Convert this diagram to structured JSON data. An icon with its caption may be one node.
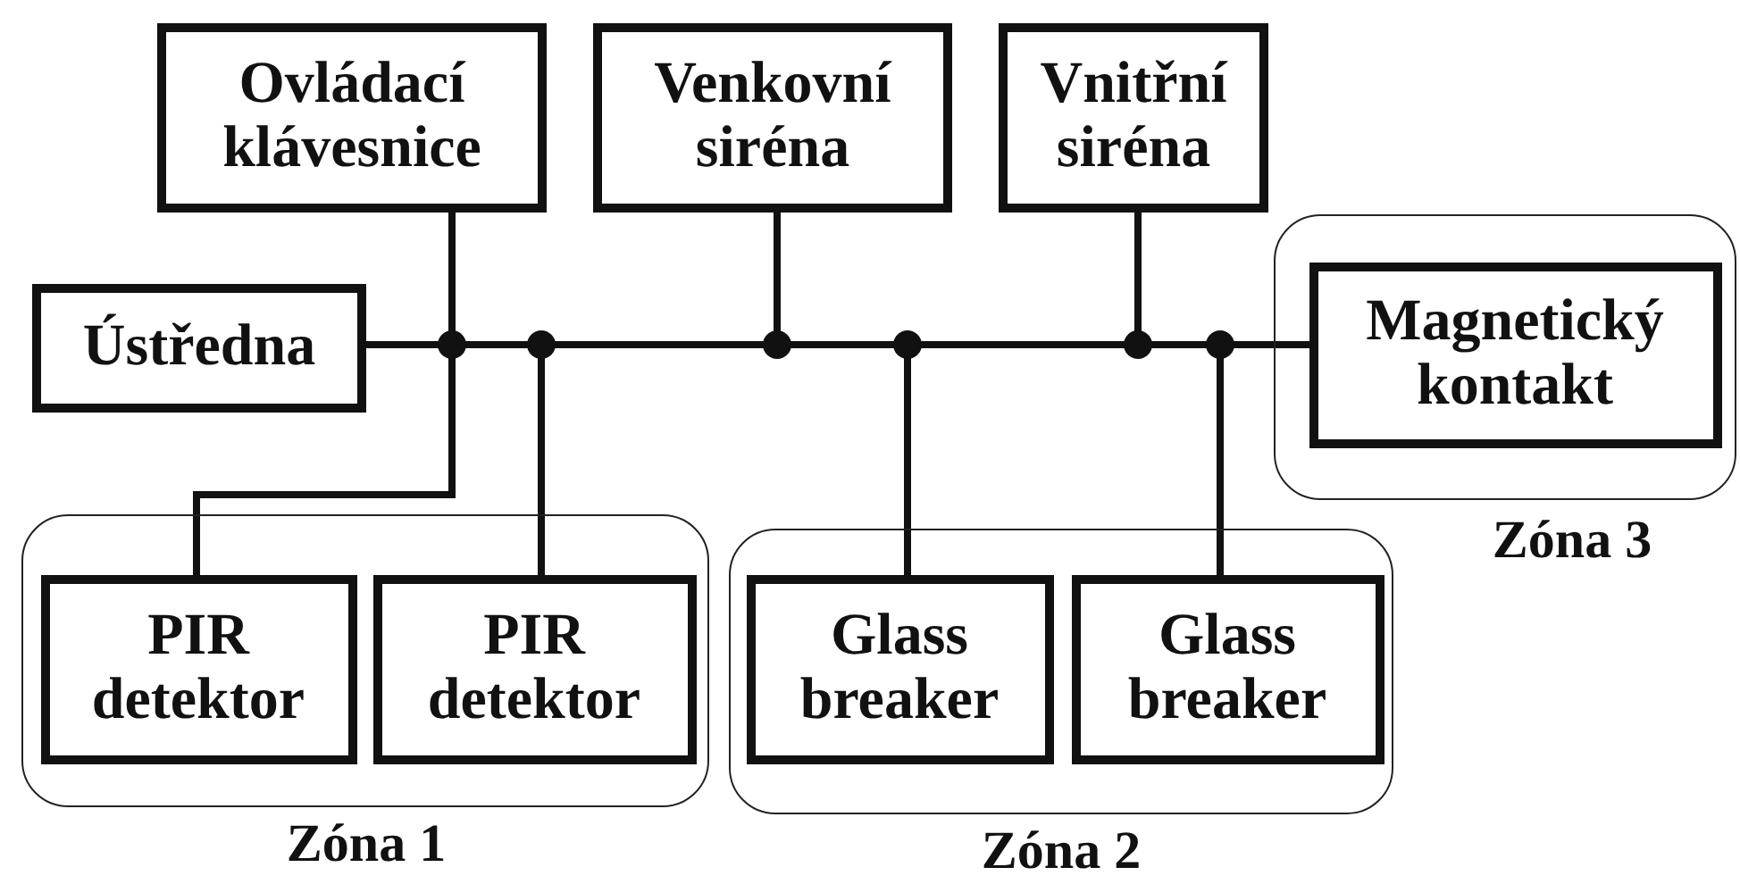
{
  "diagram": {
    "nodes": [
      {
        "text": [
          "Ovládací klávesnice"
        ]
      },
      {
        "text": [
          "Venkovní siréna"
        ]
      },
      {
        "text": [
          "Vnitřní siréna"
        ]
      },
      {
        "text": [
          "Ústředna"
        ]
      },
      {
        "text": [],
        "shape": "box",
        "beside": [
          "Zóna 3"
        ]
      },
      {
        "text": [
          "Magnetický kontakt"
        ],
        "in": 4
      },
      {
        "text": [],
        "shape": "box",
        "beside": [
          "Zóna 1"
        ]
      },
      {
        "text": [
          "PIR detektor"
        ],
        "in": 6
      },
      {
        "text": [
          "PIR detektor"
        ],
        "in": 6
      },
      {
        "text": [],
        "shape": "box",
        "beside": [
          "Zóna 2"
        ]
      },
      {
        "text": [
          "Glass breaker"
        ],
        "in": 9
      },
      {
        "text": [
          "Glass breaker"
        ],
        "in": 9
      }
    ],
    "edges": [
      {
        "from": 3,
        "to": 0,
        "arrow": "none"
      },
      {
        "from": 3,
        "to": 1,
        "arrow": "none"
      },
      {
        "from": 3,
        "to": 2,
        "arrow": "none"
      },
      {
        "from": 3,
        "to": 5,
        "arrow": "none"
      },
      {
        "from": 3,
        "to": 7,
        "arrow": "none"
      },
      {
        "from": 3,
        "to": 8,
        "arrow": "none"
      },
      {
        "from": 3,
        "to": 10,
        "arrow": "none"
      },
      {
        "from": 3,
        "to": 11,
        "arrow": "none"
      }
    ]
  }
}
